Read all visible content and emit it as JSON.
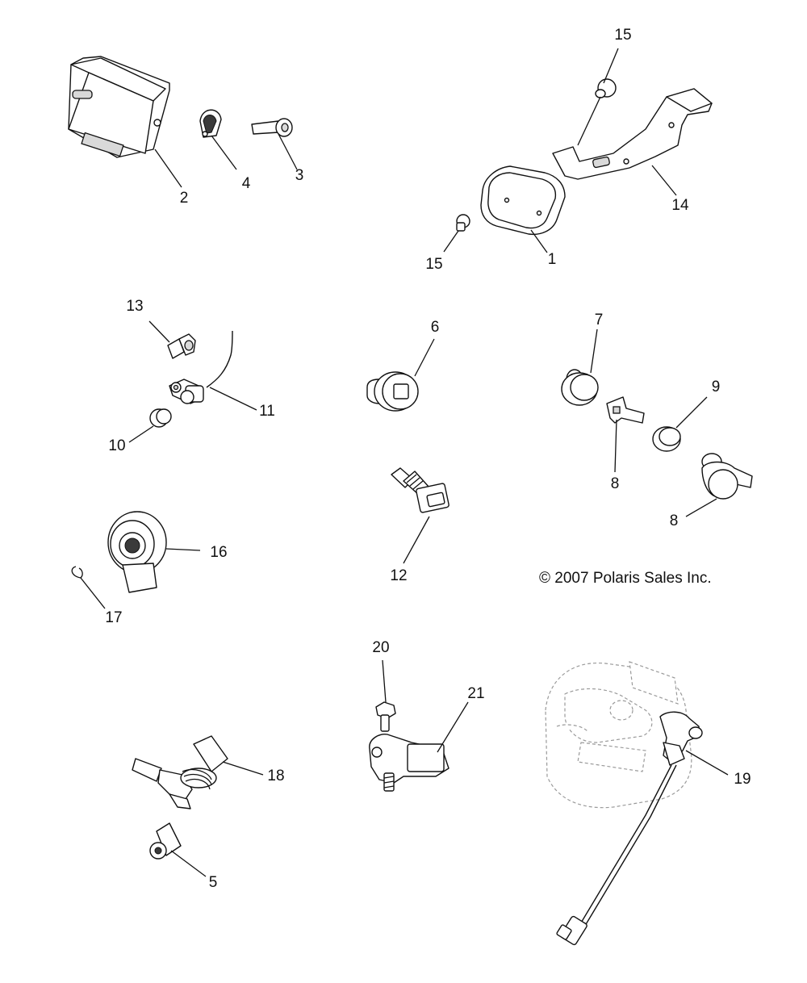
{
  "copyright": "© 2007 Polaris Sales Inc.",
  "callouts": [
    {
      "key": "p1",
      "text": "1"
    },
    {
      "key": "p2",
      "text": "2"
    },
    {
      "key": "p3",
      "text": "3"
    },
    {
      "key": "p4",
      "text": "4"
    },
    {
      "key": "p5",
      "text": "5"
    },
    {
      "key": "p6",
      "text": "6"
    },
    {
      "key": "p7",
      "text": "7"
    },
    {
      "key": "p8a",
      "text": "8"
    },
    {
      "key": "p8b",
      "text": "8"
    },
    {
      "key": "p9",
      "text": "9"
    },
    {
      "key": "p10",
      "text": "10"
    },
    {
      "key": "p11",
      "text": "11"
    },
    {
      "key": "p12",
      "text": "12"
    },
    {
      "key": "p13",
      "text": "13"
    },
    {
      "key": "p14",
      "text": "14"
    },
    {
      "key": "p15a",
      "text": "15"
    },
    {
      "key": "p15b",
      "text": "15"
    },
    {
      "key": "p16",
      "text": "16"
    },
    {
      "key": "p17",
      "text": "17"
    },
    {
      "key": "p18",
      "text": "18"
    },
    {
      "key": "p19",
      "text": "19"
    },
    {
      "key": "p20",
      "text": "20"
    },
    {
      "key": "p21",
      "text": "21"
    }
  ]
}
